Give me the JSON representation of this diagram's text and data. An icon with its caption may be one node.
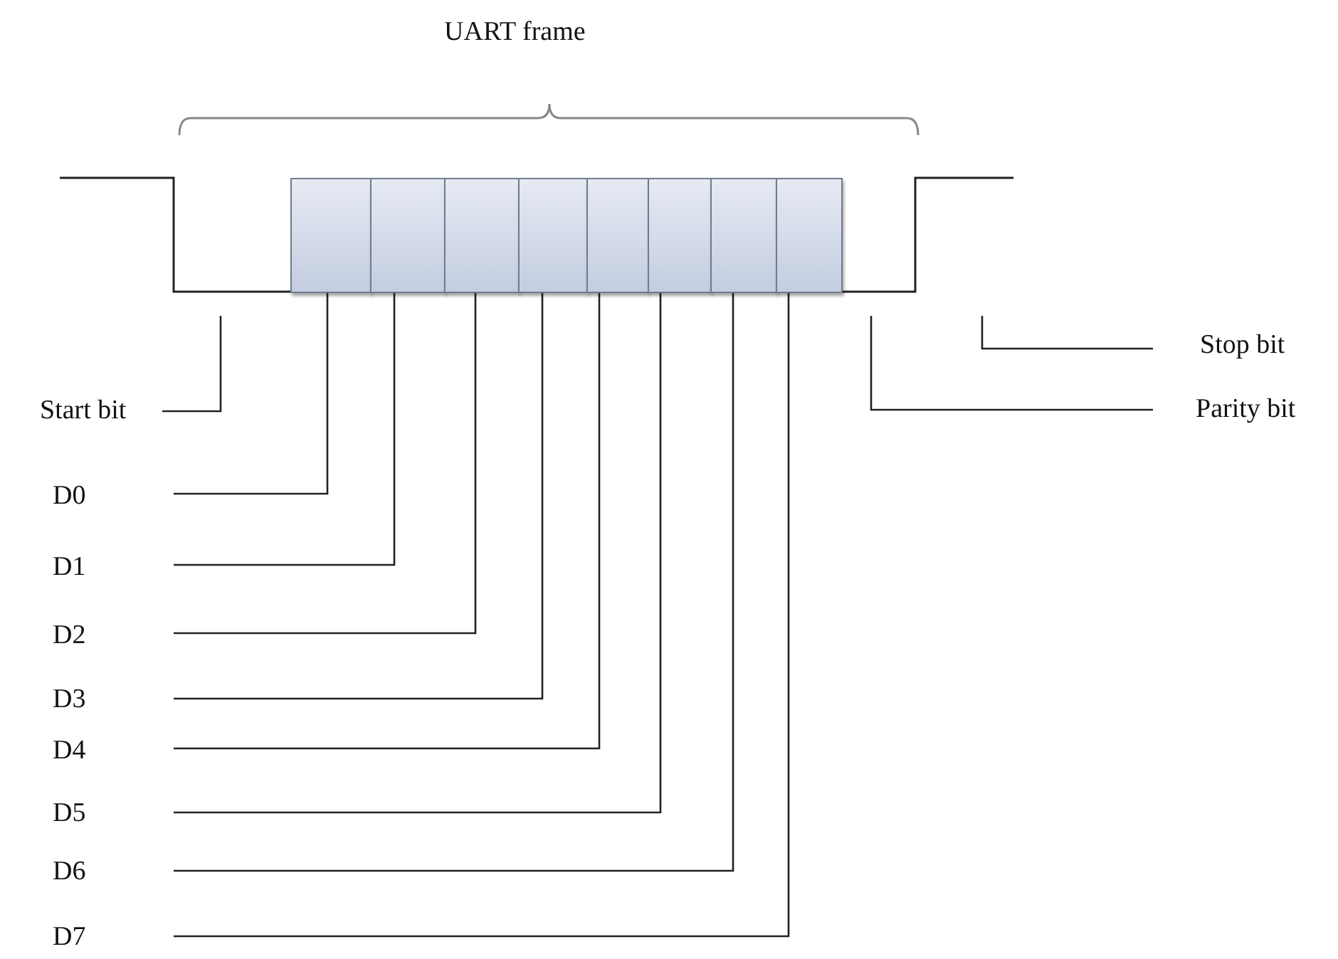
{
  "diagram": {
    "nodes": [
      {
        "text": [],
        "shape": "box"
      },
      {
        "text": [],
        "shape": "box"
      },
      {
        "text": [],
        "shape": "box"
      },
      {
        "text": [],
        "shape": "box"
      },
      {
        "text": [],
        "shape": "box"
      },
      {
        "text": [],
        "shape": "box"
      },
      {
        "text": [],
        "shape": "box"
      },
      {
        "text": [],
        "shape": "box"
      },
      {
        "text": [
          "Stop bit"
        ]
      },
      {
        "text": [
          "Start bit"
        ]
      },
      {
        "text": [
          "Parity bit"
        ]
      },
      {
        "text": [
          "D0"
        ]
      },
      {
        "text": [
          "D1"
        ]
      },
      {
        "text": [
          "D2"
        ]
      },
      {
        "text": [
          "D3"
        ]
      },
      {
        "text": [
          "D4"
        ]
      },
      {
        "text": [
          "D5"
        ]
      },
      {
        "text": [
          "D6"
        ]
      },
      {
        "text": [
          "D7"
        ]
      }
    ],
    "edges": [
      {
        "from": 8,
        "to": null,
        "arrow": "none"
      },
      {
        "from": 9,
        "to": null,
        "arrow": "none"
      },
      {
        "from": 10,
        "to": null,
        "arrow": "none"
      },
      {
        "from": 11,
        "to": 0,
        "arrow": "none"
      },
      {
        "from": 12,
        "to": 1,
        "arrow": "none"
      },
      {
        "from": 13,
        "to": 2,
        "arrow": "none"
      },
      {
        "from": 14,
        "to": 3,
        "arrow": "none"
      },
      {
        "from": 15,
        "to": 4,
        "arrow": "none"
      },
      {
        "from": 16,
        "to": 5,
        "arrow": "none"
      },
      {
        "from": 17,
        "to": 6,
        "arrow": "none"
      },
      {
        "from": 18,
        "to": 7,
        "arrow": "none"
      }
    ],
    "labels": [
      "UART frame"
    ]
  }
}
